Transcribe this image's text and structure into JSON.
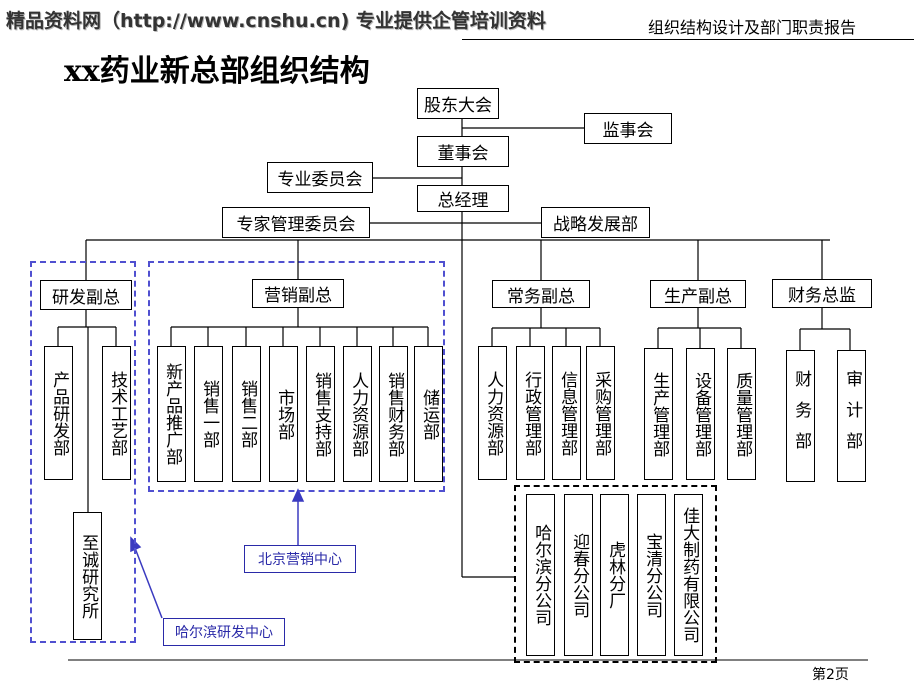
{
  "header": {
    "watermark": "精品资料网（http://www.cnshu.cn) 专业提供企管培训资料",
    "report_title": "组织结构设计及部门职责报告"
  },
  "title": "xx药业新总部组织结构",
  "top": {
    "shareholders": "股东大会",
    "supervisors": "监事会",
    "board": "董事会",
    "committee": "专业委员会",
    "gm": "总经理",
    "expert_committee": "专家管理委员会",
    "strategy": "战略发展部"
  },
  "vps": {
    "rd": "研发副总",
    "marketing": "营销副总",
    "executive": "常务副总",
    "production": "生产副总",
    "finance": "财务总监"
  },
  "departments": {
    "rd": [
      "产品研发部",
      "技术工艺部"
    ],
    "rd_sub": "至诚研究所",
    "marketing": [
      "新产品推广部",
      "销售一部",
      "销售二部",
      "市场部",
      "销售支持部",
      "人力资源部",
      "销售财务部",
      "储运部"
    ],
    "executive": [
      "人力资源部",
      "行政管理部",
      "信息管理部",
      "采购管理部"
    ],
    "production": [
      "生产管理部",
      "设备管理部",
      "质量管理部"
    ],
    "finance": [
      "财务部",
      "审计部"
    ],
    "branches": [
      "哈尔滨分公司",
      "迎春分公司",
      "虎林分厂",
      "宝清分公司",
      "佳大制药有限公司"
    ]
  },
  "callouts": {
    "beijing": "北京营销中心",
    "harbin": "哈尔滨研发中心"
  },
  "footer": {
    "page": "第2页"
  },
  "colors": {
    "callout_blue": "#2a2aa8",
    "dashed_blue": "#5050d0"
  }
}
